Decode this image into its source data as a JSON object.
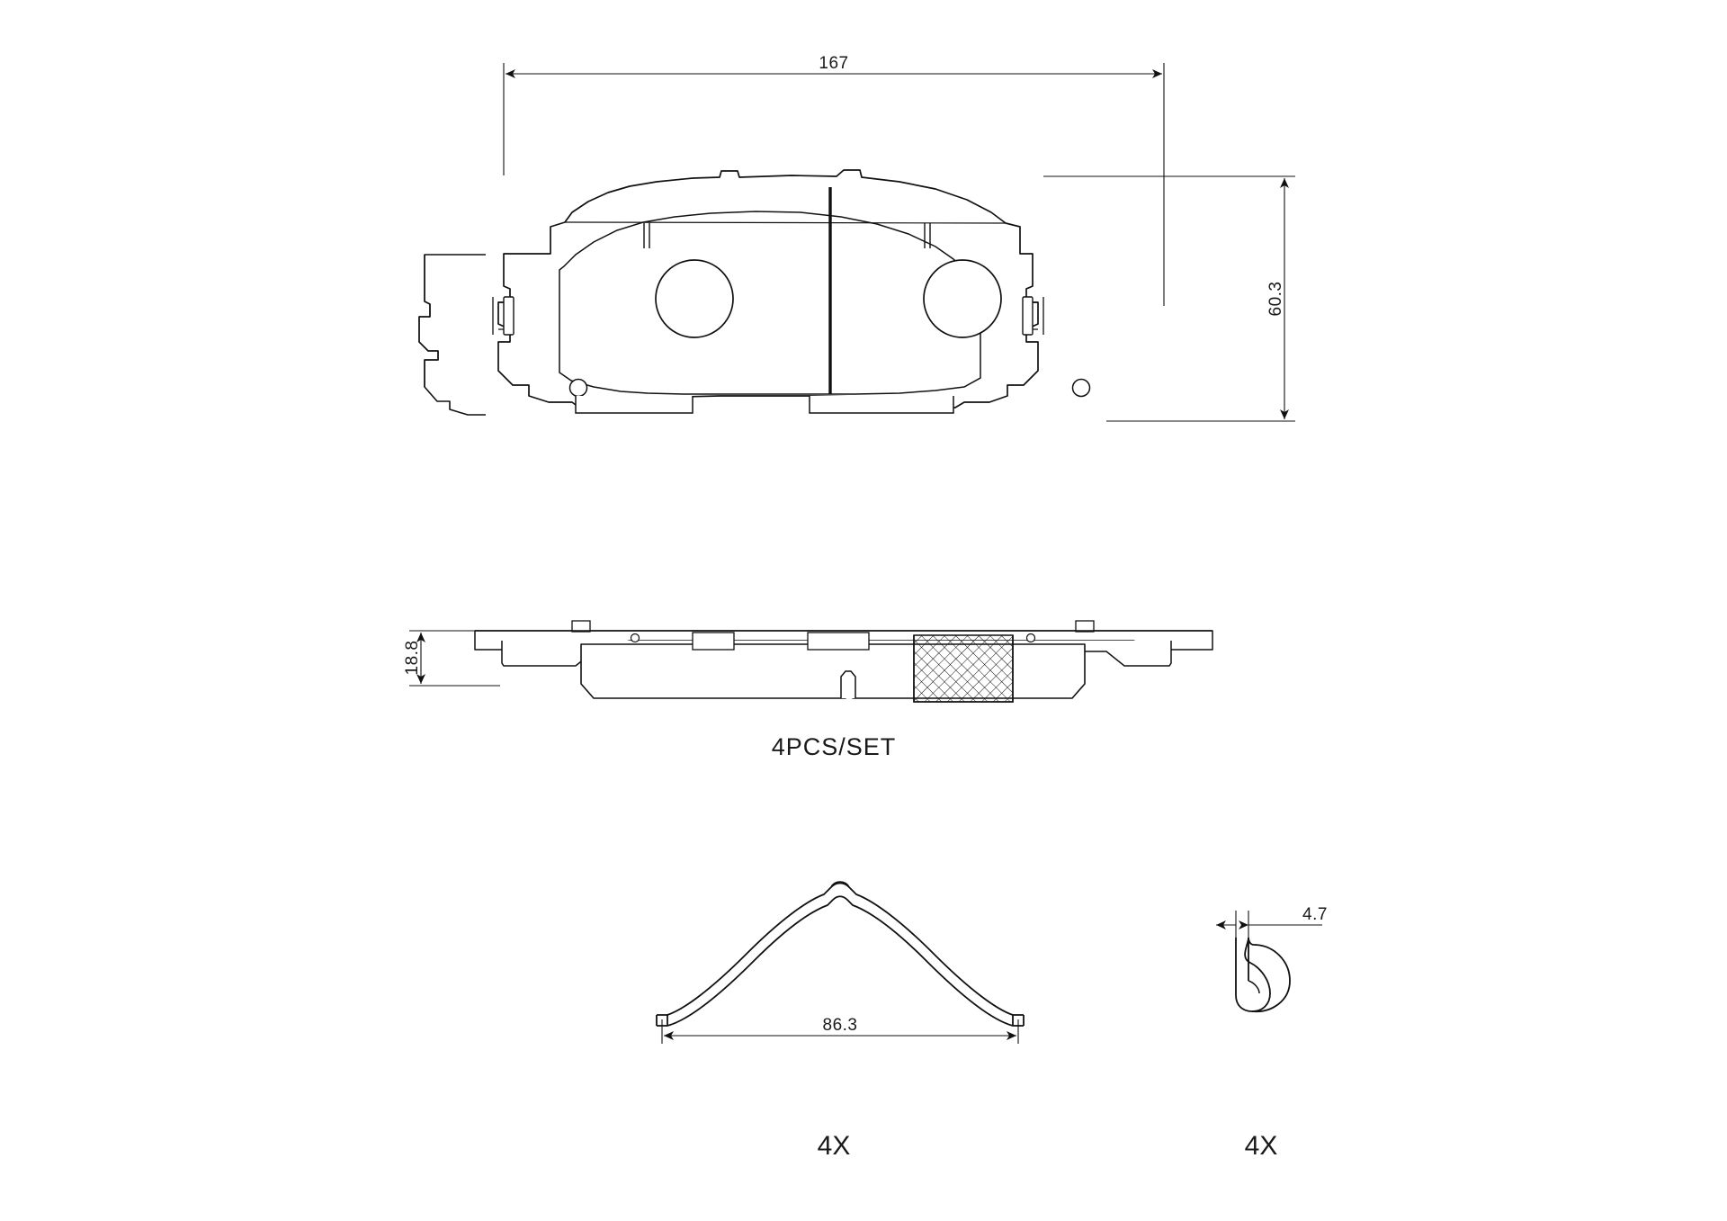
{
  "drawing": {
    "title": "brake-pad-set-technical-drawing",
    "line_color": "#111111",
    "fill_color": "#ffffff",
    "background": "#ffffff",
    "views": {
      "front": {
        "name": "pad-front-view",
        "dimensions": {
          "width": "167",
          "height": "60.3"
        }
      },
      "side": {
        "name": "pad-side-view",
        "dimensions": {
          "thickness": "18.8"
        },
        "note": "4PCS/SET"
      },
      "clip": {
        "name": "spring-clip-view",
        "dimensions": {
          "width": "86.3"
        },
        "quantity": "4X"
      },
      "pin": {
        "name": "retaining-pin-view",
        "dimensions": {
          "width": "4.7"
        },
        "quantity": "4X"
      }
    }
  }
}
